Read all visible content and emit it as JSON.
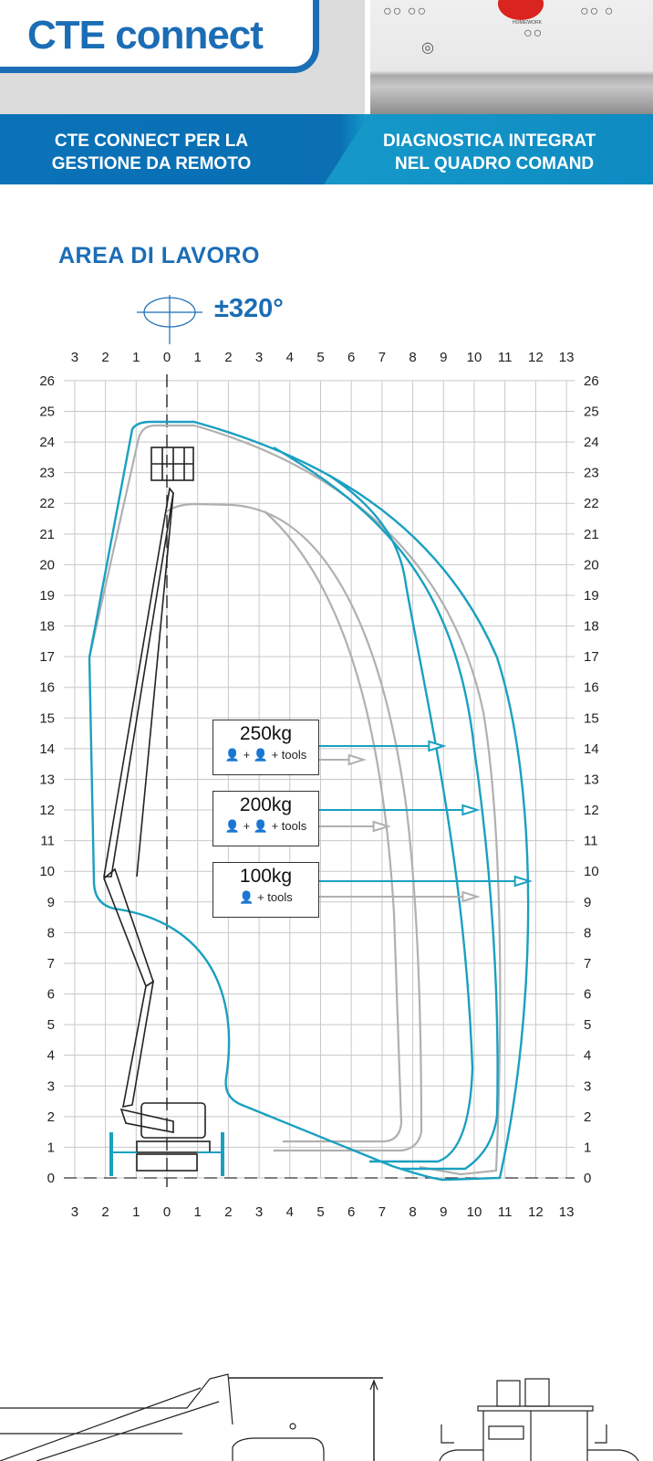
{
  "header": {
    "logo_text": "CTE connect",
    "caption_left": [
      "CTE CONNECT PER LA",
      "GESTIONE DA REMOTO"
    ],
    "caption_right": [
      "DIAGNOSTICA INTEGRAT",
      "NEL QUADRO COMAND"
    ],
    "panel_label": "HOME/WORK"
  },
  "section_title": "AREA DI LAVORO",
  "rotation": {
    "icon": "rotation-ellipse-icon",
    "value": "±320°"
  },
  "chart_data": {
    "type": "diagram",
    "title": "AREA DI LAVORO",
    "x_ticks_top": [
      "3",
      "2",
      "1",
      "0",
      "1",
      "2",
      "3",
      "4",
      "5",
      "6",
      "7",
      "8",
      "9",
      "10",
      "11",
      "12",
      "13"
    ],
    "x_ticks_bottom": [
      "3",
      "2",
      "1",
      "0",
      "1",
      "2",
      "3",
      "4",
      "5",
      "6",
      "7",
      "8",
      "9",
      "10",
      "11",
      "12",
      "13"
    ],
    "x_values": [
      -3,
      -2,
      -1,
      0,
      1,
      2,
      3,
      4,
      5,
      6,
      7,
      8,
      9,
      10,
      11,
      12,
      13
    ],
    "y_ticks": [
      "0",
      "1",
      "2",
      "3",
      "4",
      "5",
      "6",
      "7",
      "8",
      "9",
      "10",
      "11",
      "12",
      "13",
      "14",
      "15",
      "16",
      "17",
      "18",
      "19",
      "20",
      "21",
      "22",
      "23",
      "24",
      "25",
      "26"
    ],
    "xlim": [
      -3,
      13
    ],
    "ylim": [
      0,
      26
    ],
    "grid": true,
    "loads": [
      {
        "label": "250kg",
        "icons": "👤 + 👤 + tools",
        "blue_reach_x": 9.0,
        "gray_reach_x": 6.4
      },
      {
        "label": "200kg",
        "icons": "👤 + 👤 + tools",
        "blue_reach_x": 10.1,
        "gray_reach_x": 7.2
      },
      {
        "label": "100kg",
        "icons": "👤 + tools",
        "blue_reach_x": 11.8,
        "gray_reach_x": 10.1
      }
    ],
    "colors": {
      "envelope": "#1aa0c0",
      "envelope_alt": "#b0b0b0",
      "grid": "#c8c8c8",
      "title": "#1b6db5"
    }
  }
}
